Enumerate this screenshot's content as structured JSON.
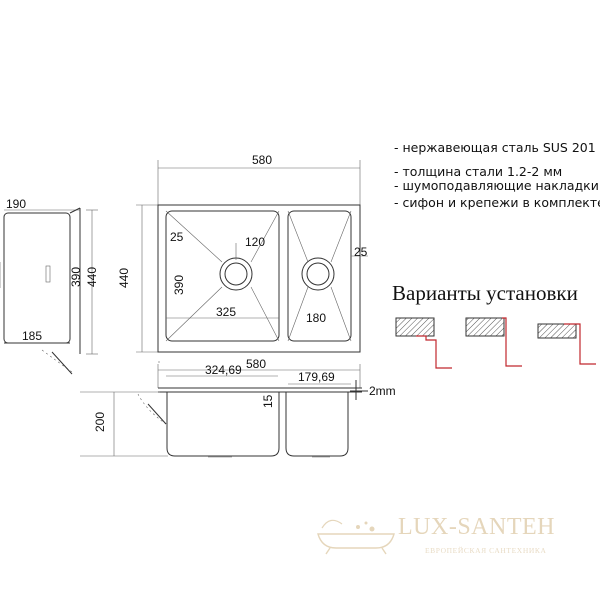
{
  "specs": [
    "- нержавеющая сталь SUS 201",
    "- толщина стали 1.2-2 мм",
    "- шумоподавляющие накладки",
    "- сифон и крепежи в комплекте"
  ],
  "variants_title": "Варианты установки",
  "dimensions": {
    "top_width": "580",
    "top_depth": "440",
    "left_bowl_corner": "25",
    "left_drain_offset": "120",
    "left_bowl_depth": "390",
    "left_bowl_width": "325",
    "right_bowl_corner": "25",
    "right_bowl_width": "180",
    "side_width": "190",
    "side_depth_inner": "390",
    "side_depth_outer": "440",
    "side_bottom": "185",
    "section_width": "580",
    "section_left_bowl": "324,69",
    "section_right_bowl": "179,69",
    "section_divider": "15",
    "section_thickness": "2mm",
    "section_height": "200"
  },
  "brand": {
    "name": "LUX-SANTEH",
    "tagline": "ЕВРОПЕЙСКАЯ САНТЕХНИКА"
  },
  "colors": {
    "line": "#333333",
    "accent_red": "#c1272d",
    "brand_gold": "#e3d2b4"
  }
}
